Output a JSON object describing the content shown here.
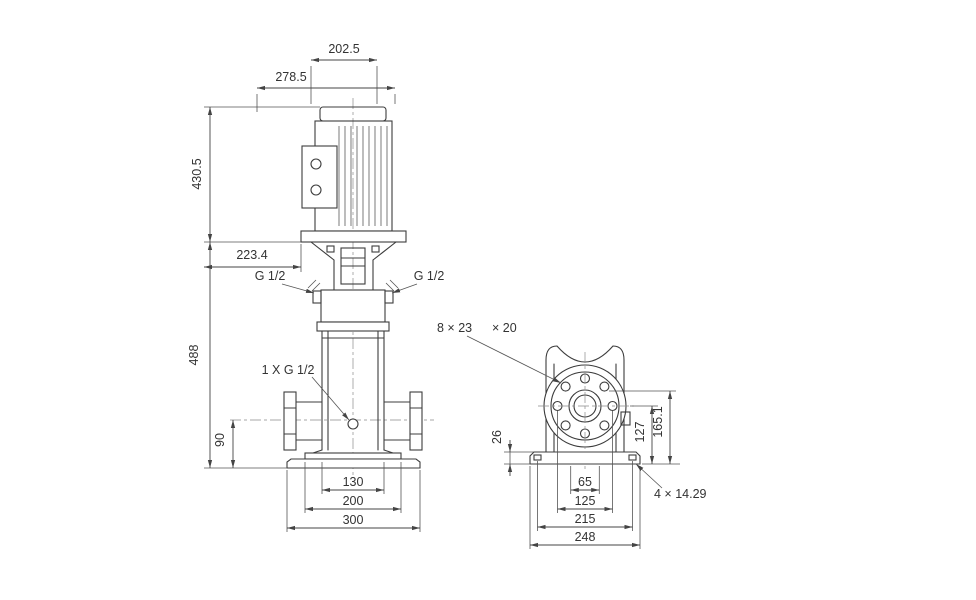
{
  "front_view": {
    "dim_top_width": "202.5",
    "dim_total_depth": "278.5",
    "dim_motor_height": "430.5",
    "dim_head_depth": "223.4",
    "dim_pump_height": "488",
    "dim_port_height": "90",
    "port_left_label": "G 1/2",
    "port_right_label": "G 1/2",
    "drain_label": "1 X G 1/2",
    "dim_chamber_width": "130",
    "dim_base_upper_width": "200",
    "dim_base_width": "300"
  },
  "end_view": {
    "flange_holes_label_a": "8 × 23",
    "flange_holes_label_b": "× 20",
    "dim_base_height": "26",
    "dim_center_height": "127",
    "dim_top_height": "165.1",
    "dim_inner_span": "65",
    "dim_bolt_span": "125",
    "dim_anchor_span": "215",
    "dim_base_depth": "248",
    "anchor_holes_label": "4 × 14.29"
  }
}
